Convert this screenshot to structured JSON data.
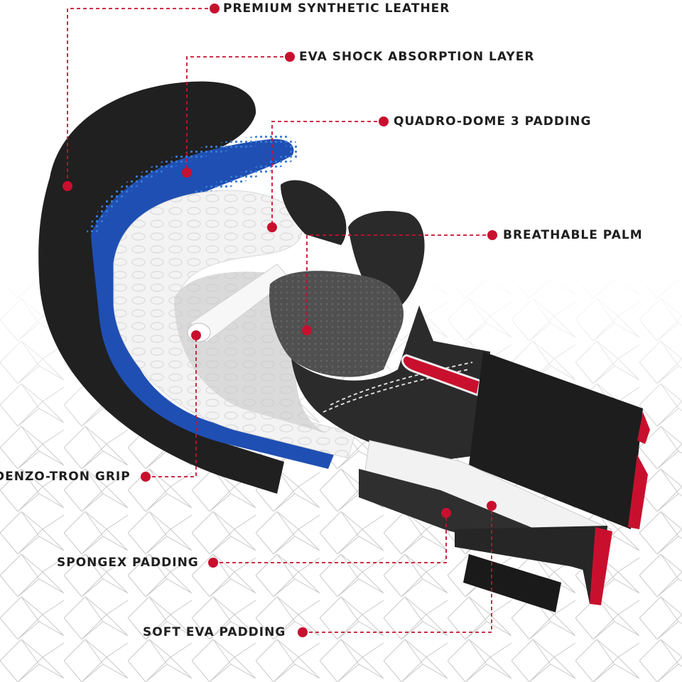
{
  "accent_color": "#c8102e",
  "callouts": {
    "premium_leather": "PREMIUM SYNTHETIC LEATHER",
    "eva_shock": "EVA SHOCK ABSORPTION LAYER",
    "quadro_dome": "QUADRO-DOME 3 PADDING",
    "breathable_palm": "BREATHABLE PALM",
    "denzo_tron": "DENZO-TRON GRIP",
    "spongex": "SPONGEX PADDING",
    "soft_eva": "SOFT EVA PADDING"
  }
}
